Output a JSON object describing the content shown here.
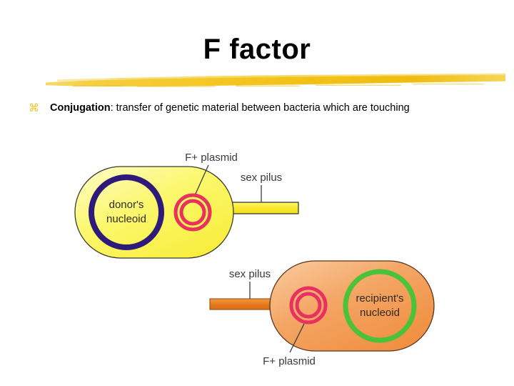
{
  "slide": {
    "title": "F factor",
    "bullet": {
      "marker_icon": "place-of-interest-bullet",
      "marker_glyph": "⌘",
      "lead": "Conjugation",
      "rest": ": transfer of genetic material between bacteria which are touching"
    }
  },
  "figure": {
    "name": "bacterial-conjugation-diagram",
    "donor_cell": {
      "fill_color": "#FBF566",
      "nucleoid_label_line1": "donor's",
      "nucleoid_label_line2": "nucleoid",
      "nucleoid_color": "#2e1a78",
      "plasmid_label": "F+ plasmid",
      "plasmid_color": "#e8315f",
      "pilus_label": "sex pilus",
      "pilus_color": "#FCE93A"
    },
    "recipient_cell": {
      "fill_color": "#F5A35C",
      "nucleoid_label_line1": "recipient's",
      "nucleoid_label_line2": "nucleoid",
      "nucleoid_color": "#4CC23A",
      "plasmid_label": "F+ plasmid",
      "plasmid_color": "#e8315f",
      "pilus_label": "sex pilus",
      "pilus_color": "#E87722"
    }
  },
  "colors": {
    "title_text": "#000000",
    "rule_gold": "#F2C41E",
    "bullet_gold": "#F2C230",
    "background": "#FFFFFF"
  }
}
